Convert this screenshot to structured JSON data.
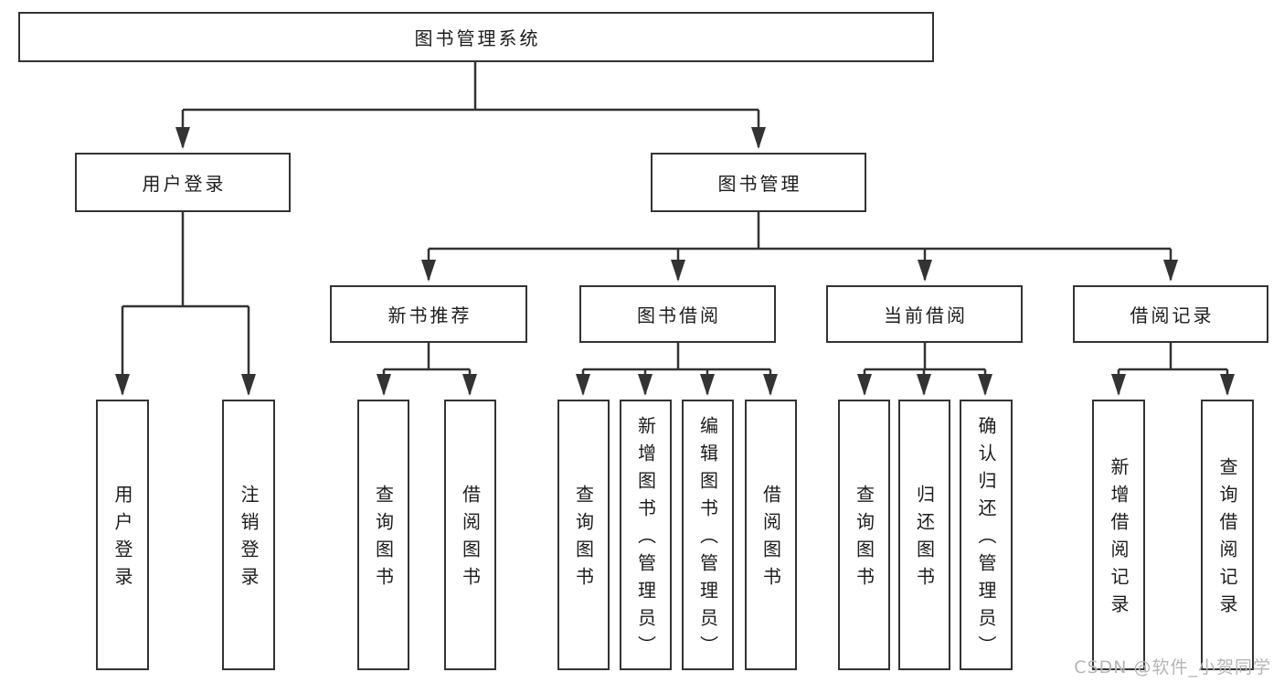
{
  "diagram": {
    "title_node": {
      "label": "图书管理系统"
    },
    "level2": [
      {
        "label": "用户登录"
      },
      {
        "label": "图书管理"
      }
    ],
    "level3": [
      {
        "label": "新书推荐"
      },
      {
        "label": "图书借阅"
      },
      {
        "label": "当前借阅"
      },
      {
        "label": "借阅记录"
      }
    ],
    "leaves": {
      "user_login": [
        "用户登录",
        "注销登录"
      ],
      "new_book_rec": [
        "查询图书",
        "借阅图书"
      ],
      "book_borrow": [
        "查询图书",
        "新增图书（管理员）",
        "编辑图书（管理员）",
        "借阅图书"
      ],
      "current_borrow": [
        "查询图书",
        "归还图书",
        "确认归还（管理员）"
      ],
      "borrow_record": [
        "新增借阅记录",
        "查询借阅记录"
      ]
    }
  },
  "watermark": "CSDN @软件_小贺同学",
  "colors": {
    "line": "#333333",
    "text": "#1c1c1c",
    "watermark": "#b5b5b5",
    "background": "#ffffff"
  }
}
